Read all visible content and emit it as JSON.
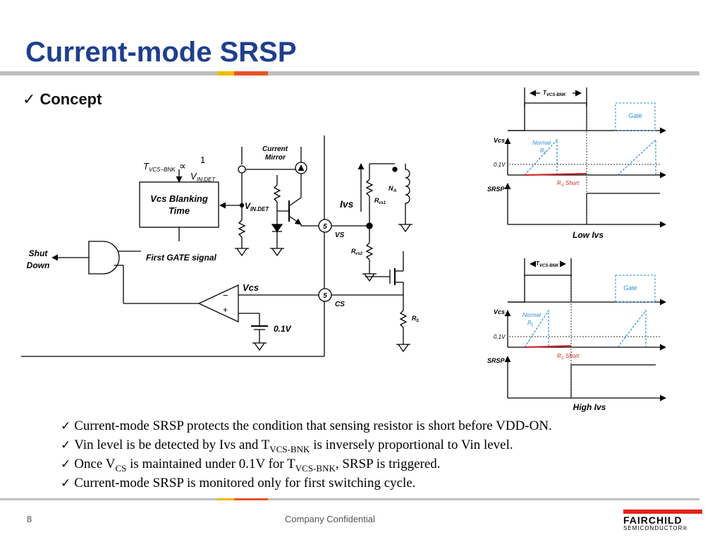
{
  "slide": {
    "title": "Current-mode SRSP",
    "concept": "Concept",
    "check": "✓",
    "page_number": "8",
    "footer": "Company Confidential",
    "logo_name": "FAIRCHILD",
    "logo_sub": "SEMICONDUCTOR®",
    "colors": {
      "title": "#1f3f8f",
      "accent_yellow": "#f5b800",
      "accent_red": "#e8532a",
      "rule_gray": "#bfbfbf"
    }
  },
  "circuit": {
    "formula_lhs": "T",
    "formula_lhs_sub": "VCS−BNK",
    "formula_prop": "∝",
    "formula_num": "1",
    "formula_den": "V",
    "formula_den_sub": "IN.DET",
    "current_mirror_1": "Current",
    "current_mirror_2": "Mirror",
    "blanking_1": "Vcs Blanking",
    "blanking_2": "Time",
    "vin_det": "V",
    "vin_det_sub": "IN.DET",
    "ivs": "Ivs",
    "na": "N",
    "na_sub": "A",
    "rvs1": "R",
    "rvs1_sub": "vs1",
    "rvs2": "R",
    "rvs2_sub": "vs2",
    "pin5": "5",
    "vs": "VS",
    "cs": "CS",
    "shut_1": "Shut",
    "shut_2": "Down",
    "first_gate": "First GATE signal",
    "vcs": "Vcs",
    "minus": "−",
    "plus": "+",
    "ref": "0.1V",
    "rs": "R",
    "rs_sub": "S"
  },
  "wave_low": {
    "tbnk": "T",
    "tbnk_sub": "VCS-BNK",
    "gate": "Gate",
    "vcs": "Vcs",
    "normal": "Normal",
    "rs": "R",
    "rs_sub": "S",
    "ref": "0.1V",
    "rs_short": "Short",
    "srsp": "SRSP",
    "caption": "Low Ivs"
  },
  "wave_high": {
    "tbnk": "T",
    "tbnk_sub": "VCS-BNK",
    "gate": "Gate",
    "vcs": "Vcs",
    "normal": "Normal",
    "rs": "R",
    "rs_sub": "S",
    "ref": "0.1V",
    "rs_short": "Short",
    "srsp": "SRSP",
    "caption": "High Ivs"
  },
  "bullets": [
    {
      "text": "Current-mode SRSP protects the condition that sensing resistor is short before VDD-ON."
    },
    {
      "a": "Vin level is be detected by Ivs and T",
      "sub": "VCS-BNK",
      "b": " is inversely proportional to Vin level."
    },
    {
      "a": "Once V",
      "sub": "CS",
      "b": " is maintained under 0.1V for T",
      "sub2": "VCS-BNK",
      "c": ", SRSP is triggered."
    },
    {
      "text": "Current-mode SRSP is monitored only for first switching cycle."
    }
  ]
}
